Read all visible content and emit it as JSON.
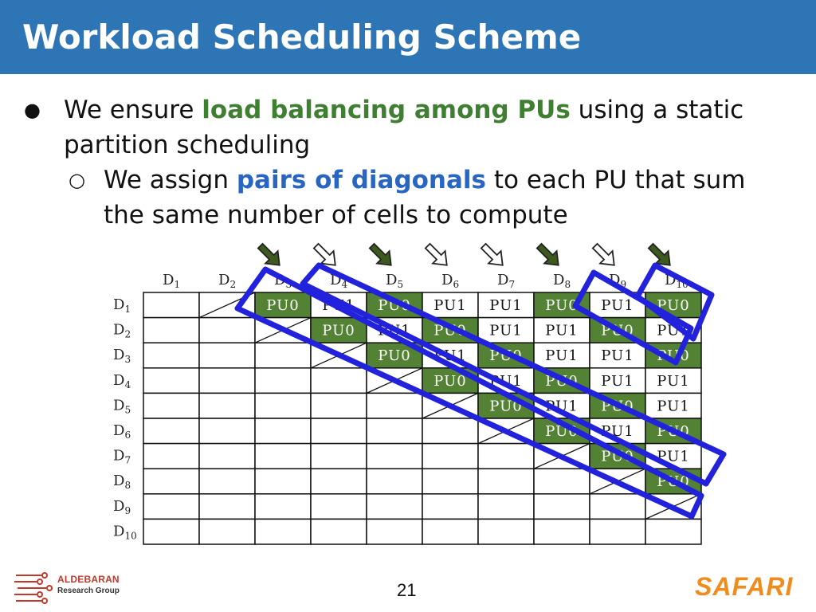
{
  "slide": {
    "title": "Workload Scheduling Scheme",
    "page_number": "21",
    "brand_right": "SAFARI",
    "logo": {
      "name": "ALDEBARAN",
      "subtitle": "Research Group"
    }
  },
  "bullets": {
    "b1_pre": "We ensure ",
    "b1_highlight": "load balancing among PUs",
    "b1_post": " using a static",
    "b1_line2": "partition scheduling",
    "b2_pre": "We assign ",
    "b2_highlight": "pairs of diagonals",
    "b2_post": " to each PU that sum",
    "b2_line2": "the same number of cells to compute",
    "colors": {
      "green": "#3f7f32",
      "blue": "#2966c3"
    }
  },
  "matrix": {
    "column_labels": [
      "D1",
      "D2",
      "D3",
      "D4",
      "D5",
      "D6",
      "D7",
      "D8",
      "D9",
      "D10"
    ],
    "row_labels": [
      "D1",
      "D2",
      "D3",
      "D4",
      "D5",
      "D6",
      "D7",
      "D8",
      "D9",
      "D10"
    ],
    "cells": [
      [
        "",
        "",
        "PU0",
        "PU1",
        "PU0",
        "PU1",
        "PU1",
        "PU0",
        "PU1",
        "PU0"
      ],
      [
        "",
        "",
        "",
        "PU0",
        "PU1",
        "PU0",
        "PU1",
        "PU1",
        "PU0",
        "PU1"
      ],
      [
        "",
        "",
        "",
        "",
        "PU0",
        "PU1",
        "PU0",
        "PU1",
        "PU1",
        "PU0"
      ],
      [
        "",
        "",
        "",
        "",
        "",
        "PU0",
        "PU1",
        "PU0",
        "PU1",
        "PU1"
      ],
      [
        "",
        "",
        "",
        "",
        "",
        "",
        "PU0",
        "PU1",
        "PU0",
        "PU1"
      ],
      [
        "",
        "",
        "",
        "",
        "",
        "",
        "",
        "PU0",
        "PU1",
        "PU0"
      ],
      [
        "",
        "",
        "",
        "",
        "",
        "",
        "",
        "",
        "PU0",
        "PU1"
      ],
      [
        "",
        "",
        "",
        "",
        "",
        "",
        "",
        "",
        "",
        "PU0"
      ],
      [
        "",
        "",
        "",
        "",
        "",
        "",
        "",
        "",
        "",
        ""
      ],
      [
        "",
        "",
        "",
        "",
        "",
        "",
        "",
        "",
        "",
        ""
      ]
    ],
    "arrow_pattern": [
      "filled",
      "outline",
      "filled",
      "outline",
      "outline",
      "filled",
      "outline",
      "filled"
    ],
    "colors": {
      "pu0_fill": "#548235",
      "pu1_fill": "#ffffff",
      "outline": "#2222dd",
      "arrow_fill": "#3d5a1e"
    }
  }
}
